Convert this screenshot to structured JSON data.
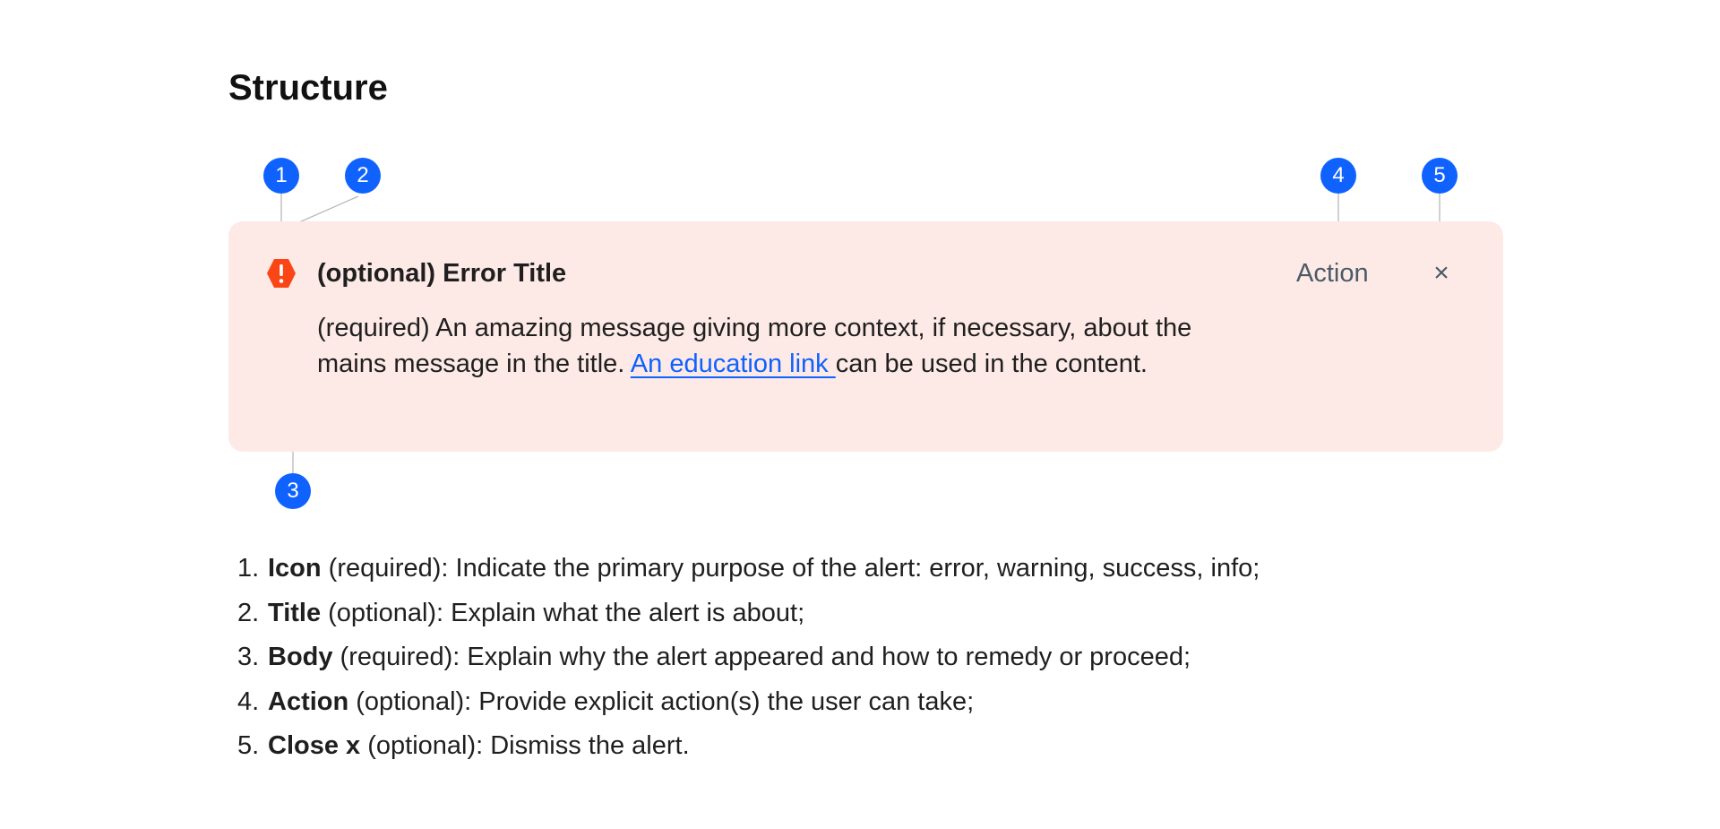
{
  "heading": "Structure",
  "markers": [
    "1",
    "2",
    "3",
    "4",
    "5"
  ],
  "alert": {
    "title": "(optional) Error Title",
    "body_before": "(required) An amazing message giving more context, if necessary, about the mains message in the title. ",
    "link_text": "An education link ",
    "body_after": "can be used in the content.",
    "action_label": "Action",
    "close_glyph": "×",
    "icon": "error-icon",
    "colors": {
      "background": "#fdeae6",
      "icon": "#fa4616",
      "link": "#0f62fe",
      "action": "#4a5a66",
      "marker": "#0f62fe"
    }
  },
  "legend": [
    {
      "number": "1.",
      "term": "Icon",
      "text": " (required): Indicate the primary purpose of the alert: error, warning, success, info;"
    },
    {
      "number": "2.",
      "term": "Title",
      "text": " (optional): Explain what the alert is about;"
    },
    {
      "number": "3.",
      "term": "Body",
      "text": " (required): Explain why the alert appeared and how to remedy or proceed;"
    },
    {
      "number": "4.",
      "term": "Action",
      "text": " (optional): Provide explicit action(s) the user can take;"
    },
    {
      "number": "5.",
      "term": "Close x",
      "text": " (optional): Dismiss the alert."
    }
  ]
}
